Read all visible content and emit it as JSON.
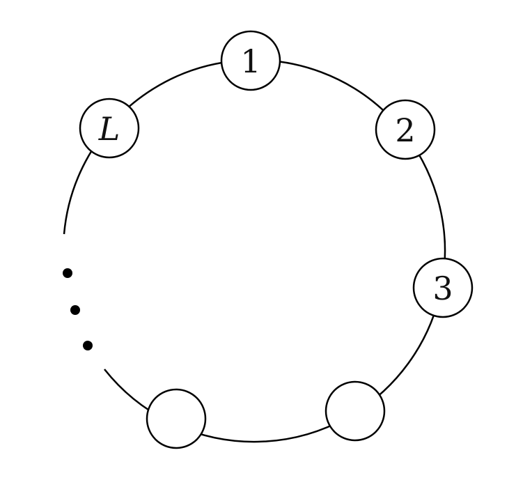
{
  "diagram": {
    "nodes": [
      {
        "id": "node-1",
        "label": "1",
        "italic": false
      },
      {
        "id": "node-2",
        "label": "2",
        "italic": false
      },
      {
        "id": "node-3",
        "label": "3",
        "italic": false
      },
      {
        "id": "node-unlabeled-a",
        "label": "",
        "italic": false
      },
      {
        "id": "node-unlabeled-b",
        "label": "",
        "italic": false
      },
      {
        "id": "node-L",
        "label": "L",
        "italic": true
      }
    ],
    "ellipsis_dots": 3
  }
}
